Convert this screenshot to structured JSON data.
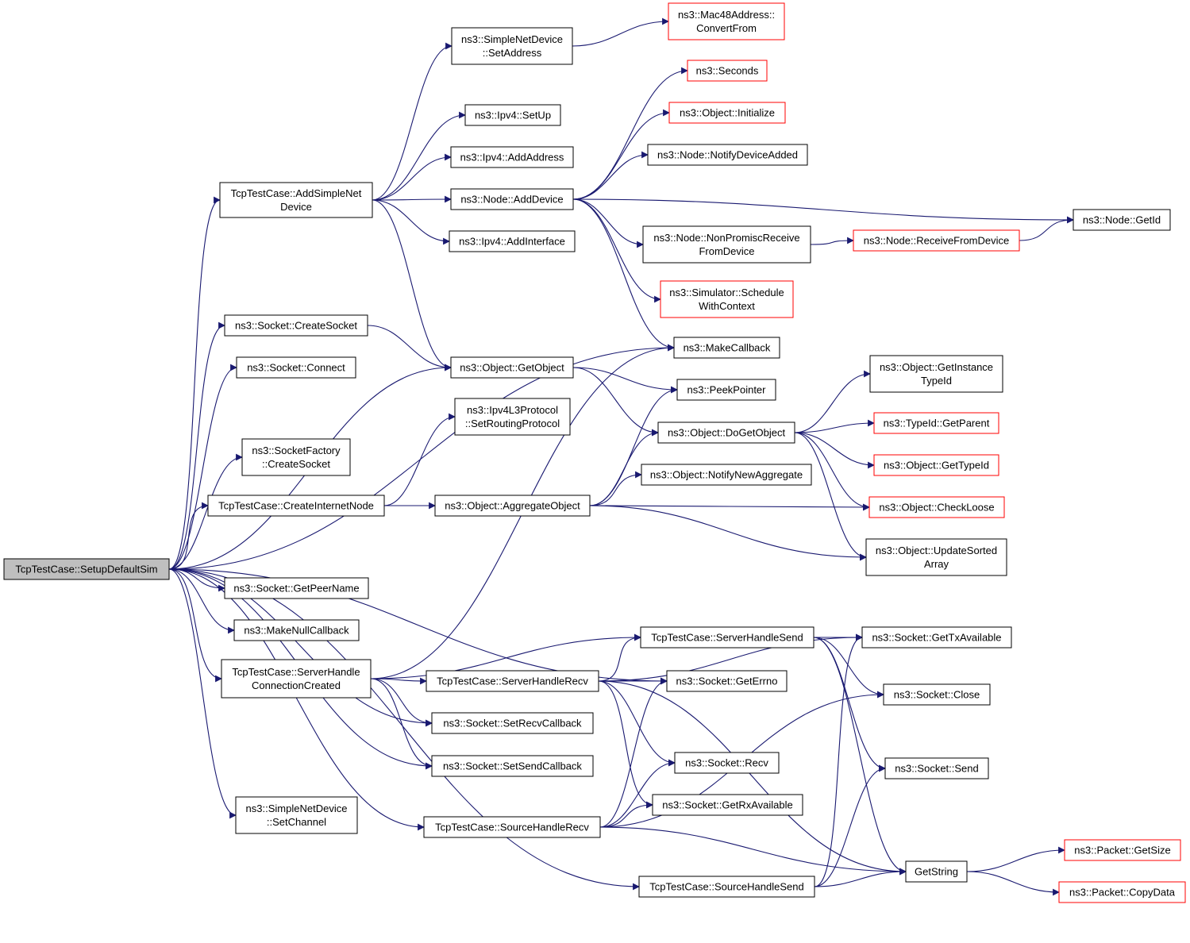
{
  "colors": {
    "edge": "#191970",
    "node_border_default": "#000000",
    "node_border_red": "#ff0000",
    "root_fill": "#bfbfbf",
    "node_fill": "#ffffff",
    "text": "#000000"
  },
  "nodes": {
    "setup_default_sim": {
      "lines": [
        "TcpTestCase::SetupDefaultSim"
      ],
      "style": "root"
    },
    "add_simple_net_device": {
      "lines": [
        "TcpTestCase::AddSimpleNet",
        "Device"
      ],
      "style": "normal"
    },
    "socket_create_socket": {
      "lines": [
        "ns3::Socket::CreateSocket"
      ],
      "style": "normal"
    },
    "socket_connect": {
      "lines": [
        "ns3::Socket::Connect"
      ],
      "style": "normal"
    },
    "socketfactory_create_socket": {
      "lines": [
        "ns3::SocketFactory",
        "::CreateSocket"
      ],
      "style": "normal"
    },
    "create_internet_node": {
      "lines": [
        "TcpTestCase::CreateInternetNode"
      ],
      "style": "normal"
    },
    "socket_get_peer_name": {
      "lines": [
        "ns3::Socket::GetPeerName"
      ],
      "style": "normal"
    },
    "make_null_callback": {
      "lines": [
        "ns3::MakeNullCallback"
      ],
      "style": "normal"
    },
    "server_handle_connection_created": {
      "lines": [
        "TcpTestCase::ServerHandle",
        "ConnectionCreated"
      ],
      "style": "normal"
    },
    "simple_net_device_set_channel": {
      "lines": [
        "ns3::SimpleNetDevice",
        "::SetChannel"
      ],
      "style": "normal"
    },
    "simple_net_device_set_address": {
      "lines": [
        "ns3::SimpleNetDevice",
        "::SetAddress"
      ],
      "style": "normal"
    },
    "ipv4_set_up": {
      "lines": [
        "ns3::Ipv4::SetUp"
      ],
      "style": "normal"
    },
    "ipv4_add_address": {
      "lines": [
        "ns3::Ipv4::AddAddress"
      ],
      "style": "normal"
    },
    "node_add_device": {
      "lines": [
        "ns3::Node::AddDevice"
      ],
      "style": "normal"
    },
    "ipv4_add_interface": {
      "lines": [
        "ns3::Ipv4::AddInterface"
      ],
      "style": "normal"
    },
    "object_get_object": {
      "lines": [
        "ns3::Object::GetObject"
      ],
      "style": "normal"
    },
    "ipv4l3_set_routing_protocol": {
      "lines": [
        "ns3::Ipv4L3Protocol",
        "::SetRoutingProtocol"
      ],
      "style": "normal"
    },
    "object_aggregate_object": {
      "lines": [
        "ns3::Object::AggregateObject"
      ],
      "style": "normal"
    },
    "server_handle_send": {
      "lines": [
        "TcpTestCase::ServerHandleSend"
      ],
      "style": "normal"
    },
    "server_handle_recv": {
      "lines": [
        "TcpTestCase::ServerHandleRecv"
      ],
      "style": "normal"
    },
    "socket_set_recv_callback": {
      "lines": [
        "ns3::Socket::SetRecvCallback"
      ],
      "style": "normal"
    },
    "socket_set_send_callback": {
      "lines": [
        "ns3::Socket::SetSendCallback"
      ],
      "style": "normal"
    },
    "source_handle_recv": {
      "lines": [
        "TcpTestCase::SourceHandleRecv"
      ],
      "style": "normal"
    },
    "source_handle_send": {
      "lines": [
        "TcpTestCase::SourceHandleSend"
      ],
      "style": "normal"
    },
    "mac48_convert_from": {
      "lines": [
        "ns3::Mac48Address::",
        "ConvertFrom"
      ],
      "style": "red"
    },
    "seconds": {
      "lines": [
        "ns3::Seconds"
      ],
      "style": "red"
    },
    "object_initialize": {
      "lines": [
        "ns3::Object::Initialize"
      ],
      "style": "red"
    },
    "node_notify_device_added": {
      "lines": [
        "ns3::Node::NotifyDeviceAdded"
      ],
      "style": "normal"
    },
    "node_non_promisc_receive": {
      "lines": [
        "ns3::Node::NonPromiscReceive",
        "FromDevice"
      ],
      "style": "normal"
    },
    "simulator_schedule_with_context": {
      "lines": [
        "ns3::Simulator::Schedule",
        "WithContext"
      ],
      "style": "red"
    },
    "make_callback": {
      "lines": [
        "ns3::MakeCallback"
      ],
      "style": "normal"
    },
    "peek_pointer": {
      "lines": [
        "ns3::PeekPointer"
      ],
      "style": "normal"
    },
    "object_do_get_object": {
      "lines": [
        "ns3::Object::DoGetObject"
      ],
      "style": "normal"
    },
    "object_notify_new_aggregate": {
      "lines": [
        "ns3::Object::NotifyNewAggregate"
      ],
      "style": "normal"
    },
    "socket_get_errno": {
      "lines": [
        "ns3::Socket::GetErrno"
      ],
      "style": "normal"
    },
    "socket_recv": {
      "lines": [
        "ns3::Socket::Recv"
      ],
      "style": "normal"
    },
    "socket_get_rx_available": {
      "lines": [
        "ns3::Socket::GetRxAvailable"
      ],
      "style": "normal"
    },
    "node_receive_from_device": {
      "lines": [
        "ns3::Node::ReceiveFromDevice"
      ],
      "style": "red"
    },
    "node_get_id": {
      "lines": [
        "ns3::Node::GetId"
      ],
      "style": "normal"
    },
    "object_get_instance_type_id": {
      "lines": [
        "ns3::Object::GetInstance",
        "TypeId"
      ],
      "style": "normal"
    },
    "typeid_get_parent": {
      "lines": [
        "ns3::TypeId::GetParent"
      ],
      "style": "red"
    },
    "object_get_type_id": {
      "lines": [
        "ns3::Object::GetTypeId"
      ],
      "style": "red"
    },
    "object_check_loose": {
      "lines": [
        "ns3::Object::CheckLoose"
      ],
      "style": "red"
    },
    "object_update_sorted_array": {
      "lines": [
        "ns3::Object::UpdateSorted",
        "Array"
      ],
      "style": "normal"
    },
    "socket_get_tx_available": {
      "lines": [
        "ns3::Socket::GetTxAvailable"
      ],
      "style": "normal"
    },
    "socket_close": {
      "lines": [
        "ns3::Socket::Close"
      ],
      "style": "normal"
    },
    "socket_send": {
      "lines": [
        "ns3::Socket::Send"
      ],
      "style": "normal"
    },
    "get_string": {
      "lines": [
        "GetString"
      ],
      "style": "normal"
    },
    "packet_get_size": {
      "lines": [
        "ns3::Packet::GetSize"
      ],
      "style": "red"
    },
    "packet_copy_data": {
      "lines": [
        "ns3::Packet::CopyData"
      ],
      "style": "red"
    }
  },
  "edges": [
    [
      "setup_default_sim",
      "add_simple_net_device"
    ],
    [
      "setup_default_sim",
      "socket_create_socket"
    ],
    [
      "setup_default_sim",
      "socket_connect"
    ],
    [
      "setup_default_sim",
      "object_get_object"
    ],
    [
      "setup_default_sim",
      "make_callback"
    ],
    [
      "setup_default_sim",
      "socketfactory_create_socket"
    ],
    [
      "setup_default_sim",
      "create_internet_node"
    ],
    [
      "setup_default_sim",
      "socket_get_peer_name"
    ],
    [
      "setup_default_sim",
      "make_null_callback"
    ],
    [
      "setup_default_sim",
      "server_handle_connection_created"
    ],
    [
      "setup_default_sim",
      "socket_get_errno"
    ],
    [
      "setup_default_sim",
      "socket_set_recv_callback"
    ],
    [
      "setup_default_sim",
      "socket_set_send_callback"
    ],
    [
      "setup_default_sim",
      "simple_net_device_set_channel"
    ],
    [
      "setup_default_sim",
      "source_handle_recv"
    ],
    [
      "setup_default_sim",
      "source_handle_send"
    ],
    [
      "add_simple_net_device",
      "simple_net_device_set_address"
    ],
    [
      "add_simple_net_device",
      "ipv4_set_up"
    ],
    [
      "add_simple_net_device",
      "ipv4_add_address"
    ],
    [
      "add_simple_net_device",
      "node_add_device"
    ],
    [
      "add_simple_net_device",
      "ipv4_add_interface"
    ],
    [
      "add_simple_net_device",
      "object_get_object"
    ],
    [
      "simple_net_device_set_address",
      "mac48_convert_from"
    ],
    [
      "node_add_device",
      "seconds"
    ],
    [
      "node_add_device",
      "object_initialize"
    ],
    [
      "node_add_device",
      "node_notify_device_added"
    ],
    [
      "node_add_device",
      "node_get_id"
    ],
    [
      "node_add_device",
      "node_non_promisc_receive"
    ],
    [
      "node_add_device",
      "simulator_schedule_with_context"
    ],
    [
      "node_add_device",
      "make_callback"
    ],
    [
      "node_non_promisc_receive",
      "node_receive_from_device"
    ],
    [
      "node_receive_from_device",
      "node_get_id"
    ],
    [
      "socket_create_socket",
      "object_get_object"
    ],
    [
      "object_get_object",
      "peek_pointer"
    ],
    [
      "object_get_object",
      "object_do_get_object"
    ],
    [
      "create_internet_node",
      "ipv4l3_set_routing_protocol"
    ],
    [
      "create_internet_node",
      "object_aggregate_object"
    ],
    [
      "object_aggregate_object",
      "object_do_get_object"
    ],
    [
      "object_aggregate_object",
      "peek_pointer"
    ],
    [
      "object_aggregate_object",
      "object_notify_new_aggregate"
    ],
    [
      "object_aggregate_object",
      "object_check_loose"
    ],
    [
      "object_aggregate_object",
      "object_update_sorted_array"
    ],
    [
      "object_do_get_object",
      "object_get_instance_type_id"
    ],
    [
      "object_do_get_object",
      "typeid_get_parent"
    ],
    [
      "object_do_get_object",
      "object_get_type_id"
    ],
    [
      "object_do_get_object",
      "object_check_loose"
    ],
    [
      "object_do_get_object",
      "object_update_sorted_array"
    ],
    [
      "server_handle_connection_created",
      "make_callback"
    ],
    [
      "server_handle_connection_created",
      "server_handle_send"
    ],
    [
      "server_handle_connection_created",
      "server_handle_recv"
    ],
    [
      "server_handle_connection_created",
      "socket_set_recv_callback"
    ],
    [
      "server_handle_connection_created",
      "socket_set_send_callback"
    ],
    [
      "server_handle_send",
      "socket_get_tx_available"
    ],
    [
      "server_handle_send",
      "socket_close"
    ],
    [
      "server_handle_send",
      "socket_send"
    ],
    [
      "server_handle_send",
      "get_string"
    ],
    [
      "server_handle_recv",
      "socket_get_tx_available"
    ],
    [
      "server_handle_recv",
      "server_handle_send"
    ],
    [
      "server_handle_recv",
      "socket_get_errno"
    ],
    [
      "server_handle_recv",
      "socket_recv"
    ],
    [
      "server_handle_recv",
      "socket_get_rx_available"
    ],
    [
      "server_handle_recv",
      "get_string"
    ],
    [
      "source_handle_recv",
      "socket_get_errno"
    ],
    [
      "source_handle_recv",
      "socket_recv"
    ],
    [
      "source_handle_recv",
      "socket_get_rx_available"
    ],
    [
      "source_handle_recv",
      "socket_close"
    ],
    [
      "source_handle_recv",
      "get_string"
    ],
    [
      "source_handle_send",
      "socket_get_tx_available"
    ],
    [
      "source_handle_send",
      "socket_send"
    ],
    [
      "source_handle_send",
      "get_string"
    ],
    [
      "get_string",
      "packet_get_size"
    ],
    [
      "get_string",
      "packet_copy_data"
    ]
  ]
}
